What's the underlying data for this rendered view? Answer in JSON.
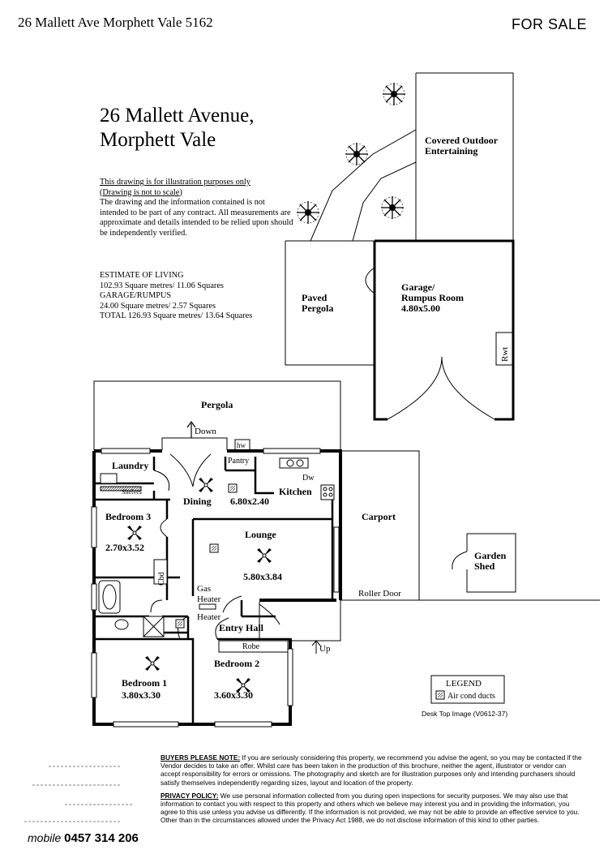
{
  "header": {
    "address": "26 Mallett Ave Morphett Vale 5162",
    "status": "FOR SALE"
  },
  "title": {
    "line1": "26 Mallett Avenue,",
    "line2": "Morphett Vale"
  },
  "disclaimer": {
    "line1": "This drawing is for illustration purposes only",
    "line2": "(Drawing is not to scale)",
    "body": "The drawing and the information contained is not intended to be part of any contract.  All measurements are approximate and details intended to be relied upon should be independently verified."
  },
  "estimate": {
    "heading": "ESTIMATE OF LIVING",
    "living": "102.93 Square metres/ 11.06 Squares",
    "garage_heading": "GARAGE/RUMPUS",
    "garage": "24.00 Square metres/ 2.57 Squares",
    "total": "TOTAL  126.93 Square metres/ 13.64 Squares"
  },
  "rooms": {
    "covered_outdoor": [
      "Covered Outdoor",
      "Entertaining"
    ],
    "paved_pergola": [
      "Paved",
      "Pergola"
    ],
    "garage": [
      "Garage/",
      "Rumpus Room",
      "4.80x5.00"
    ],
    "rwt": "Rwt",
    "pergola": "Pergola",
    "down": "Down",
    "hw": "hw",
    "pantry": "Pantry",
    "dw": "Dw",
    "laundry": "Laundry",
    "shelves": "Shelves",
    "dining": "Dining",
    "kitchen_dim": "6.80x2.40",
    "kitchen": "Kitchen",
    "bedroom3": [
      "Bedroom 3",
      "2.70x3.52"
    ],
    "lounge": [
      "Lounge",
      "5.80x3.84"
    ],
    "carport": "Carport",
    "garden_shed": [
      "Garden",
      "Shed"
    ],
    "cbd": "Cbd",
    "gas_heater": [
      "Gas",
      "Heater"
    ],
    "heater": "Heater",
    "roller_door": "Roller Door",
    "entry_hall": "Entry Hall",
    "robe": "Robe",
    "up": "Up",
    "bedroom1": [
      "Bedroom 1",
      "3.80x3.30"
    ],
    "bedroom2": [
      "Bedroom 2",
      "3.60x3.30"
    ]
  },
  "legend": {
    "title": "LEGEND",
    "item": "Air cond ducts"
  },
  "image_code": "Desk Top Image   (V0612-37)",
  "notes": {
    "buyers_heading": "BUYERS PLEASE NOTE:",
    "buyers_text": " If you are seriously considering this property, we recommend you advise the agent, so you may be contacted if the Vendor decides to take an offer. Whilst care has been taken in the production of this brochure, neither the agent, illustrator or vendor can accept responsibility for errors or omissions. The photography and sketch are for illustration purposes only and intending purchasers should satisfy themselves independently regarding sizes, layout and location of the property.",
    "privacy_heading": "PRIVACY POLICY:",
    "privacy_text": " We use personal information collected from you during open inspections for security purposes. We may also use that information to contact you with respect to this property and others which we believe may interest you and in providing the information, you agree to this use unless you advise us differently. If the information is not provided, we may not be able to provide an effective service to you. Other than in the circumstances allowed under the Privacy Act 1988, we do not disclose information of this kind to other parties."
  },
  "contact": {
    "label": "mobile",
    "number": "0457 314 206"
  }
}
